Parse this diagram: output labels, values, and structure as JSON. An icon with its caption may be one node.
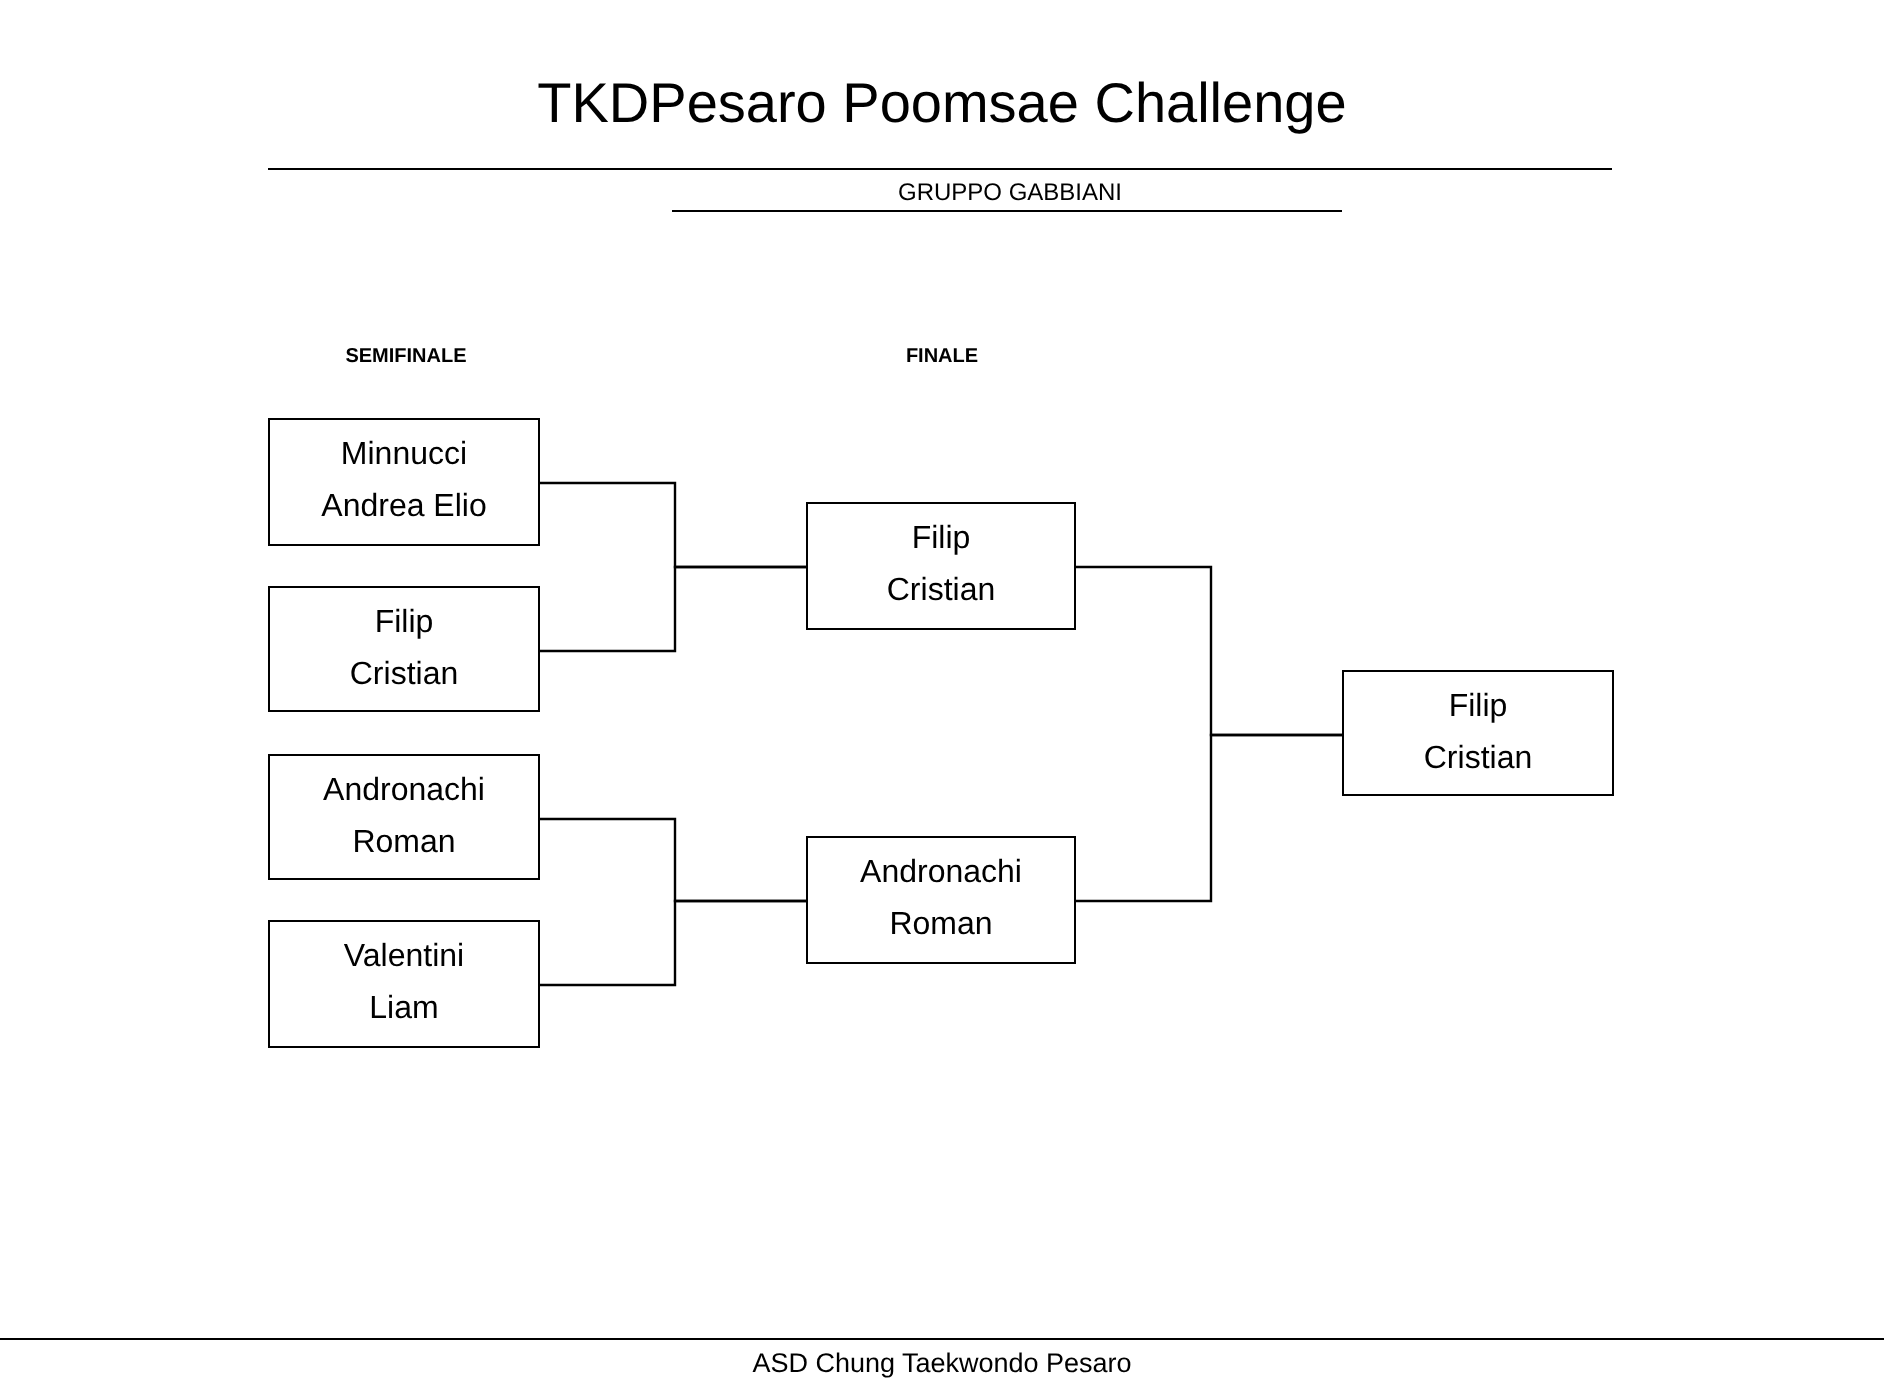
{
  "diagram": {
    "title": "TKDPesaro Poomsae Challenge",
    "nodes": [
      {
        "text": [
          "Minnucci Andrea Elio"
        ]
      },
      {
        "text": [
          "Filip Cristian"
        ]
      },
      {
        "text": [
          "Andronachi Roman"
        ]
      },
      {
        "text": [
          "Valentini Liam"
        ]
      },
      {
        "text": [
          "Filip Cristian"
        ]
      },
      {
        "text": [
          "Andronachi Roman"
        ]
      },
      {
        "text": [
          "Filip Cristian"
        ]
      }
    ],
    "edges": [
      {
        "from": 0,
        "to": 4,
        "arrow": "none"
      },
      {
        "from": 1,
        "to": 4,
        "arrow": "none"
      },
      {
        "from": 2,
        "to": 5,
        "arrow": "none"
      },
      {
        "from": 3,
        "to": 5,
        "arrow": "none"
      },
      {
        "from": 4,
        "to": 6,
        "arrow": "none"
      },
      {
        "from": 5,
        "to": 6,
        "arrow": "none"
      }
    ],
    "labels": [
      "GRUPPO GABBIANI",
      "SEMIFINALE",
      "FINALE",
      "ASD Chung Taekwondo Pesaro"
    ]
  }
}
